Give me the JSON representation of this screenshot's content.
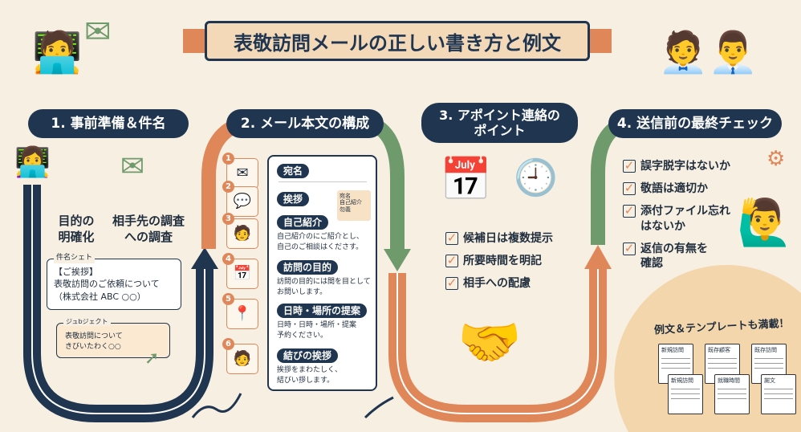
{
  "title": "表敬訪問メールの正しい書き方と例文",
  "colors": {
    "navy": "#1f3550",
    "orange": "#e0875a",
    "green": "#6f9a6c",
    "cream": "#f7efe2"
  },
  "sections": [
    {
      "heading": "1. 事前準備＆件名",
      "items": [
        "目的の\n明確化",
        "相手先の調査\nへの調査"
      ],
      "subject_sheet": {
        "label": "件名シェト",
        "lines": [
          "【ご挨拶】",
          "表敬訪問のご依頼について",
          "（株式会社 ABC ○○）"
        ]
      },
      "subject_input": {
        "label": "ジュbジェクト",
        "lines": [
          "表敬訪問について",
          "きびいたわく○○"
        ]
      }
    },
    {
      "heading": "2. メール本文の構成",
      "steps": [
        {
          "num": "1",
          "label": "宛名",
          "desc": "",
          "icon": "envelope-icon"
        },
        {
          "num": "2",
          "label": "挨拶",
          "desc": "",
          "icon": "chat-icon"
        },
        {
          "num": "3",
          "label": "自己紹介",
          "desc": "自己紹介のにご紹介とし、\n自己のご相談はくださす。",
          "icon": "person-icon"
        },
        {
          "num": "4",
          "label": "訪問の目的",
          "desc": "訪問の目的には間を目として\nお問いします。",
          "icon": "calendar-icon"
        },
        {
          "num": "5",
          "label": "日時・場所の提案",
          "desc": "日時・日時・場所・提案\n予約ください。",
          "icon": "pin-icon"
        },
        {
          "num": "6",
          "label": "結びの挨拶",
          "desc": "挨拶をまわたしく、\n結びい拶します。",
          "icon": "person-icon"
        }
      ],
      "note": "宛名\n自己紹介\n勿義"
    },
    {
      "heading": "3. アポイント連絡の\nポイント",
      "checks": [
        "候補日は複数提示",
        "所要時間を明記",
        "相手への配慮"
      ]
    },
    {
      "heading": "4. 送信前の最終チェック",
      "checks": [
        "誤字脱字はないか",
        "敬語は適切か",
        "添付ファイル忘れ\nはないか",
        "返信の有無を\n確認"
      ]
    }
  ],
  "templates": {
    "heading": "例文＆テンプレートも満載！",
    "docs": [
      "新規訪問",
      "既存顧客",
      "既存訪問",
      "新規訪問",
      "就職時間",
      "謝文"
    ]
  }
}
